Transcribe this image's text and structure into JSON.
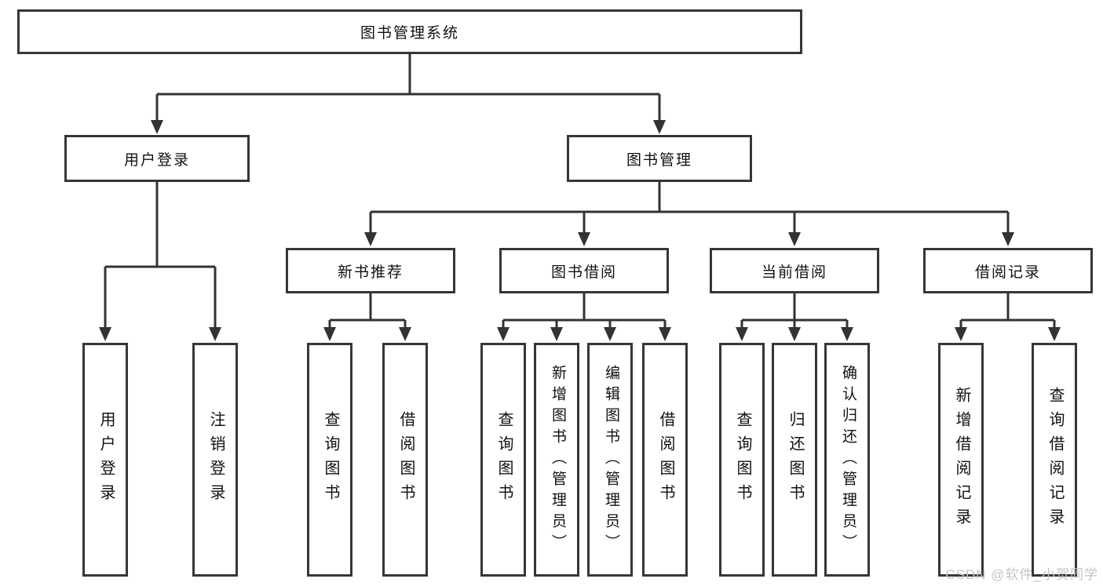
{
  "diagram": {
    "root": {
      "label": "图书管理系统"
    },
    "level2": [
      {
        "label": "用户登录"
      },
      {
        "label": "图书管理"
      }
    ],
    "level3": [
      {
        "label": "新书推荐"
      },
      {
        "label": "图书借阅"
      },
      {
        "label": "当前借阅"
      },
      {
        "label": "借阅记录"
      }
    ],
    "leaves": {
      "user_login": [
        "用户登录",
        "注销登录"
      ],
      "new_book": [
        "查询图书",
        "借阅图书"
      ],
      "book_borrow": [
        "查询图书",
        "新增图书（管理员）",
        "编辑图书（管理员）",
        "借阅图书"
      ],
      "current_borrow": [
        "查询图书",
        "归还图书",
        "确认归还（管理员）"
      ],
      "borrow_record": [
        "新增借阅记录",
        "查询借阅记录"
      ]
    }
  },
  "watermark": {
    "text": "CSDN @软件_小贺同学",
    "color": "#c4c4c4"
  },
  "colors": {
    "background": "#ffffff",
    "line": "#333333",
    "box_border": "#363636",
    "text": "#111111"
  }
}
